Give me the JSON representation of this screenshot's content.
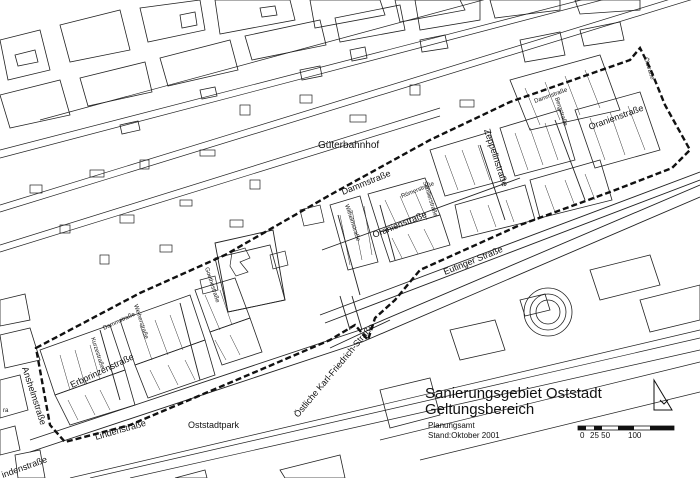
{
  "title": {
    "line1": "Sanierungsgebiet Oststadt",
    "line2": "Geltungsbereich",
    "office": "Planungsamt",
    "date": "Stand:Oktober 2001"
  },
  "labels": {
    "gueterbahnhof": "Güterbahnhof",
    "dammstrasse_main": "Dammstraße",
    "zeppelinstrasse": "Zeppelinstraße",
    "oranienstrasse_east": "Oranienstraße",
    "oranienstrasse_mid": "Oranienstraße",
    "eutinger_strasse": "Eutinger Straße",
    "karl_friedrich": "Östliche Karl-Friedrich-Straße",
    "erbprinzenstrasse": "Erbprinzenstraße",
    "lindenstrasse": "Lindenstraße",
    "lindenstrasse_left": "indenstraße",
    "oststadtpark": "Oststadtpark",
    "anshelmstrasse": "Anshelmstraße",
    "dammstrasse_w": "Dammstraße",
    "dammstrasse_e": "Dammstraße",
    "weiherstrasse": "Weiherstraße",
    "goethestrasse": "Goethestraße",
    "wilhelmstrasse": "Wilhelmstraße",
    "schillerstrasse": "Schillerstraße",
    "bergstrasse": "Bergstraße",
    "kurzestrasse": "Kurzestraße",
    "oelstrasse": "Ölstraße",
    "roemerstrasse": "Römerstraße",
    "left_edge": "ra"
  },
  "scale": {
    "ticks": [
      "0",
      "25 50",
      "100"
    ]
  }
}
